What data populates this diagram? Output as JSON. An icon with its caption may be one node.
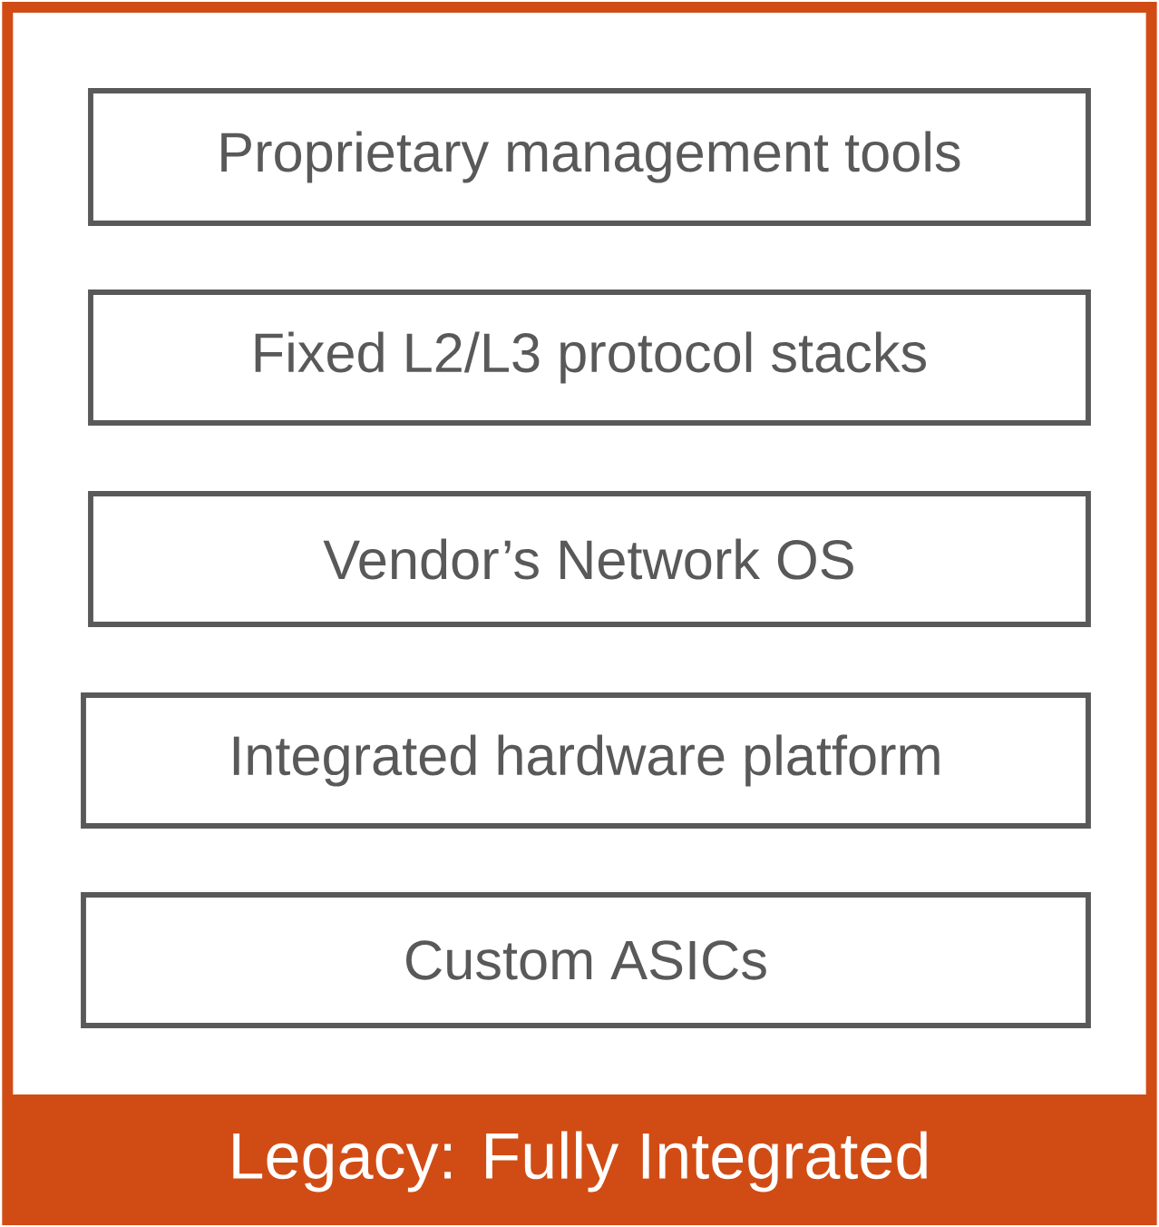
{
  "diagram": {
    "nodes": [
      {
        "text": [
          "Legacy: Fully Integrated"
        ]
      },
      {
        "text": [
          "Proprietary management tools"
        ],
        "in": 0
      },
      {
        "text": [
          "Fixed L2/L3 protocol stacks"
        ],
        "in": 0
      },
      {
        "text": [
          "Vendor’s Network OS"
        ],
        "in": 0
      },
      {
        "text": [
          "Integrated hardware platform"
        ],
        "in": 0
      },
      {
        "text": [
          "Custom ASICs"
        ],
        "in": 0
      }
    ]
  }
}
